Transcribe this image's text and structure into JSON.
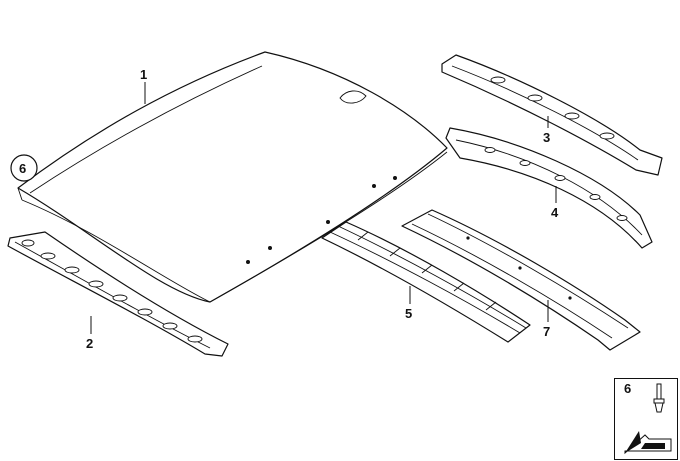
{
  "callouts": {
    "roof": "1",
    "rear_frame": "2",
    "front_bow_upper": "3",
    "front_bow_lower": "4",
    "roof_bow": "5",
    "rear_bow": "7",
    "circled_ref": "6"
  },
  "legend": {
    "item_number": "6",
    "fastener_icon": "push-rivet-icon",
    "arrow_icon": "direction-arrow-icon"
  }
}
